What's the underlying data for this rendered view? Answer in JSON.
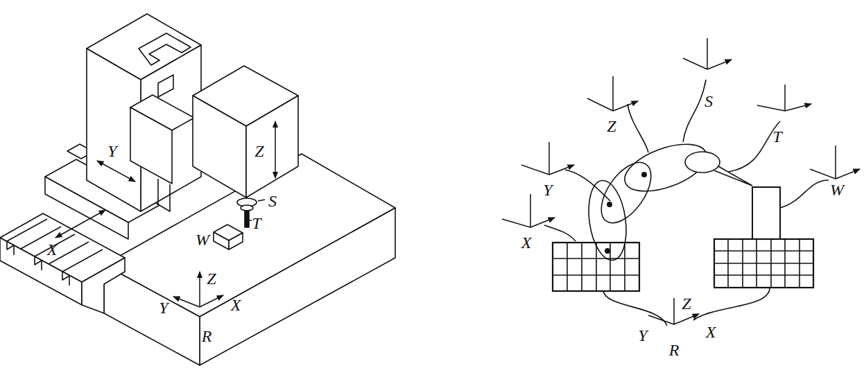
{
  "diagram": {
    "labels": [
      "Y",
      "Z",
      "S",
      "T",
      "W",
      "X",
      "Z",
      "Y",
      "X",
      "R",
      "Z",
      "S",
      "T",
      "Y",
      "W",
      "X",
      "Z",
      "Y",
      "X",
      "R"
    ]
  }
}
